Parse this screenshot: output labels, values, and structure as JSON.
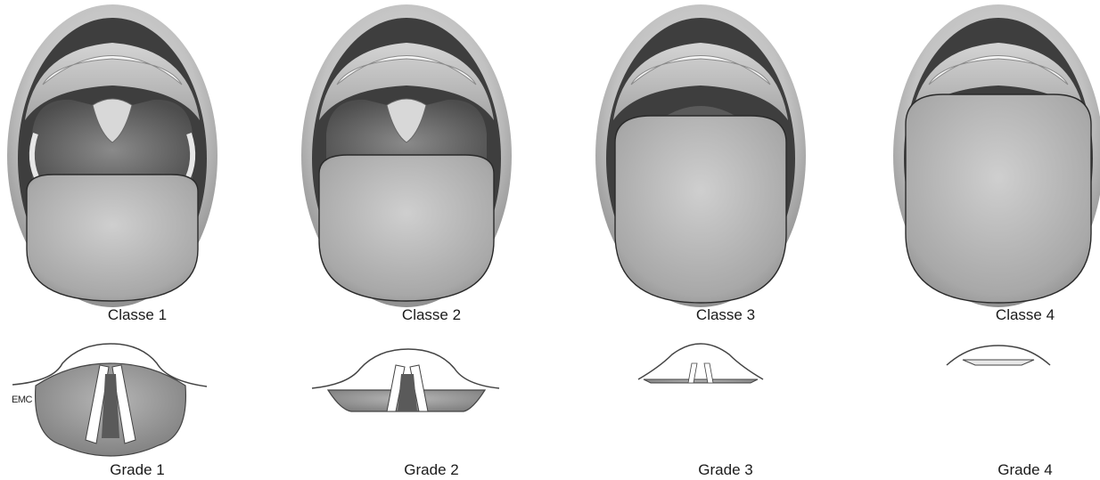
{
  "panels": [
    {
      "classe": "Classe 1",
      "grade": "Grade 1",
      "grade_annotation": "EMC"
    },
    {
      "classe": "Classe 2",
      "grade": "Grade 2"
    },
    {
      "classe": "Classe 3",
      "grade": "Grade 3"
    },
    {
      "classe": "Classe 4",
      "grade": "Grade 4"
    }
  ],
  "colors": {
    "lip": "#c8c8c8",
    "lip_shadow": "#9a9a9a",
    "palate": "#bdbdbd",
    "teeth": "#f7f7f7",
    "throat": "#6e6e6e",
    "tongue": "#b4b4b4",
    "tongue_edge": "#2a2a2a",
    "larynx": "#9c9c9c",
    "cords": "#ffffff"
  }
}
